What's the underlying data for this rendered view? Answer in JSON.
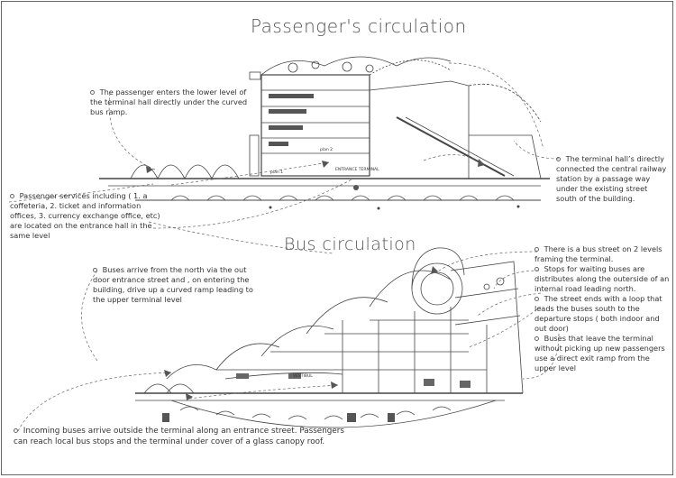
{
  "titles": {
    "passenger": "Passenger's circulation",
    "bus": "Bus circulation"
  },
  "notes": {
    "lower_level": "The passenger enters the lower level of the terminal hall directly under the curved bus ramp.",
    "services": "Passenger services including ( 1. a coffeteria, 2. ticket and information offices, 3. currency exchange office, etc) are located on the entrance hall in the same level",
    "railway": "The terminal hall’s directly connected the central railway station by a passage way under the existing street south of the building.",
    "buses_north": "Buses arrive from the north via the out door entrance street and , on entering the building, drive up a curved ramp leading to the upper terminal level",
    "bus_street": "There is a bus street on 2 levels framing the terminal.",
    "stops": "Stops for waiting buses are distributes along the outerside of an internal road leading north.",
    "loop": "The street ends with a loop that leads the buses south to the departure stops ( both indoor and out door)",
    "leave": "Buses that leave the terminal without picking up new passengers use a direct exit ramp from the upper level",
    "incoming": "Incoming buses arrive outside the terminal along an entrance street. Passengers can reach local bus stops and the terminal under cover of a glass canopy roof."
  },
  "drawing_labels": {
    "entrance_terminal": "ENTRANCE TERMINAL",
    "plan_1": "plan 1",
    "plan_2": "plan 2",
    "vestibul": "VESTIBUL"
  },
  "colors": {
    "line": "#444444",
    "dashed": "#666666",
    "text": "#333333"
  }
}
